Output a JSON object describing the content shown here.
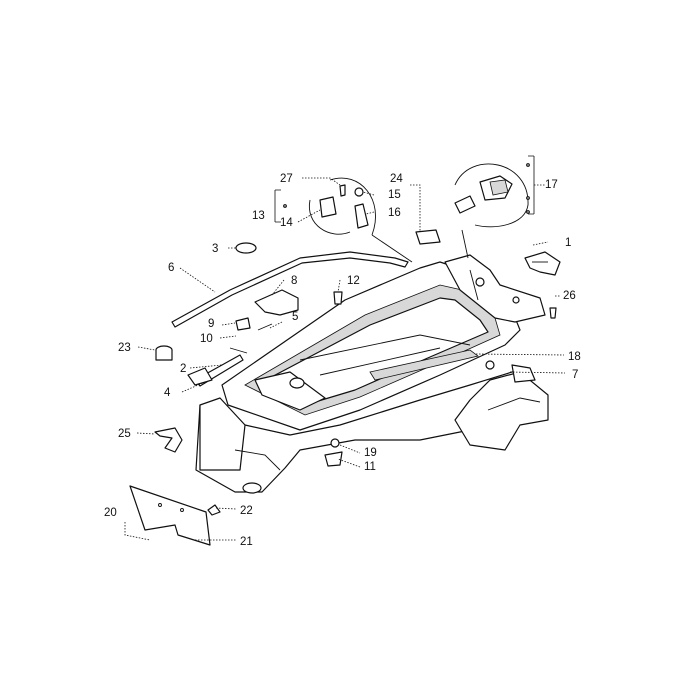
{
  "callouts": {
    "c1": "1",
    "c2": "2",
    "c3": "3",
    "c4": "4",
    "c5": "5",
    "c6": "6",
    "c7": "7",
    "c8": "8",
    "c9": "9",
    "c10": "10",
    "c11": "11",
    "c12": "12",
    "c13": "13",
    "c14": "14",
    "c15": "15",
    "c16": "16",
    "c17": "17",
    "c18": "18",
    "c19": "19",
    "c20": "20",
    "c21": "21",
    "c22": "22",
    "c23": "23",
    "c24": "24",
    "c25": "25",
    "c26": "26",
    "c27": "27"
  }
}
